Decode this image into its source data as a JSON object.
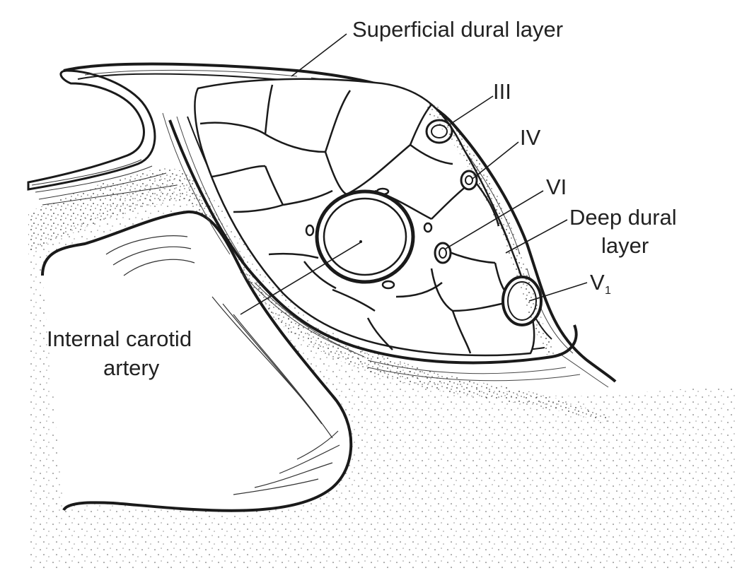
{
  "labels": {
    "superficial_dural_layer": "Superficial dural layer",
    "cn_iii": "III",
    "cn_iv": "IV",
    "cn_vi": "VI",
    "deep_dural_layer_line1": "Deep dural",
    "deep_dural_layer_line2": "layer",
    "v1_main": "V",
    "v1_sub": "1",
    "internal_carotid_line1": "Internal carotid",
    "internal_carotid_line2": "artery"
  },
  "colors": {
    "ink": "#1a1a1a",
    "background": "#ffffff"
  }
}
